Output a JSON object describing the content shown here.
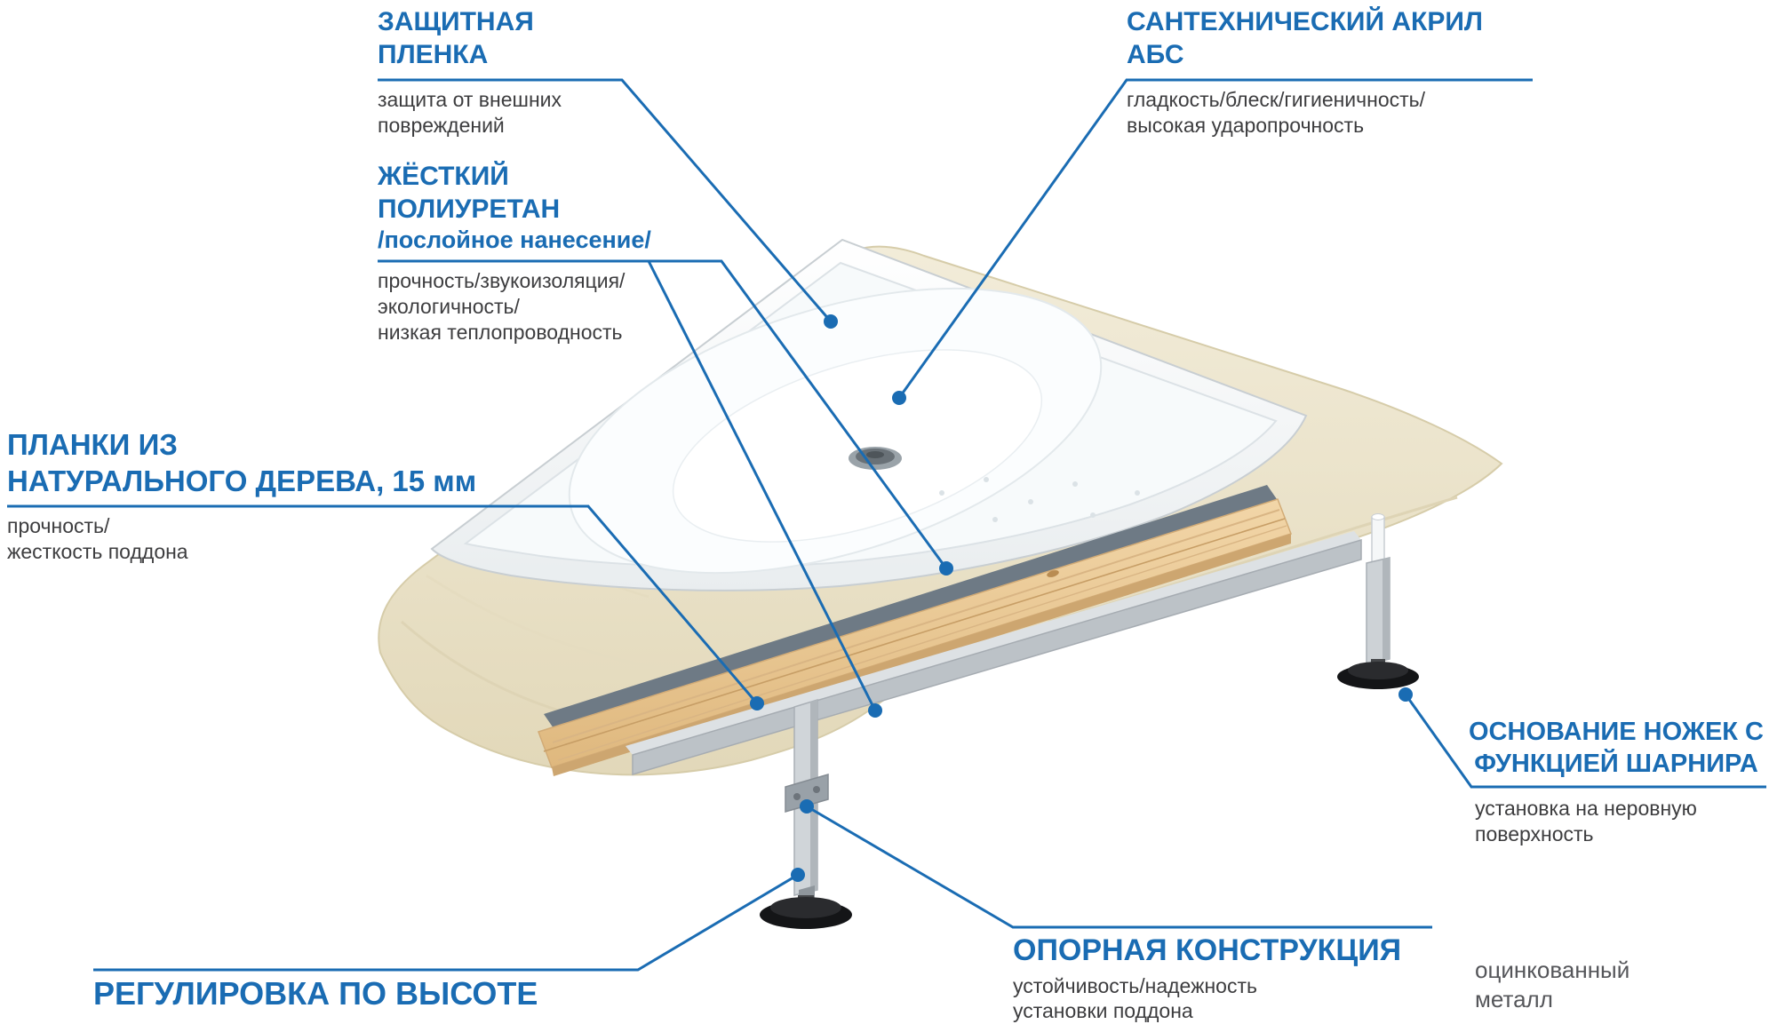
{
  "colors": {
    "accent": "#1a6cb3",
    "text": "#3d3d3f",
    "muted": "#55565a",
    "foam": "#ece3c8",
    "wood": "#e9c695"
  },
  "labels": {
    "film": {
      "title": "ЗАЩИТНАЯ\nПЛЕНКА",
      "desc": "защита от внешних\nповреждений"
    },
    "acrylic": {
      "title": "САНТЕХНИЧЕСКИЙ АКРИЛ\nАБС",
      "desc": "гладкость/блеск/гигиеничность/\nвысокая ударопрочность"
    },
    "polyurethane": {
      "title": "ЖЁСТКИЙ\nПОЛИУРЕТАН",
      "subtitle": "/послойное нанесение/",
      "desc": "прочность/звукоизоляция/\nэкологичность/\nнизкая теплопроводность"
    },
    "wood": {
      "title": "ПЛАНКИ ИЗ\nНАТУРАЛЬНОГО ДЕРЕВА, 15 мм",
      "desc": "прочность/\nжесткость поддона"
    },
    "hinge": {
      "title": "ОСНОВАНИЕ НОЖЕК С\nФУНКЦИЕЙ ШАРНИРА",
      "desc": "установка на неровную\nповерхность"
    },
    "height": {
      "title": "РЕГУЛИРОВКА ПО ВЫСОТЕ"
    },
    "support": {
      "title": "ОПОРНАЯ КОНСТРУКЦИЯ",
      "desc": "устойчивость/надежность\nустановки поддона"
    },
    "galvanized": {
      "text": "оцинкованный\nметалл"
    }
  }
}
